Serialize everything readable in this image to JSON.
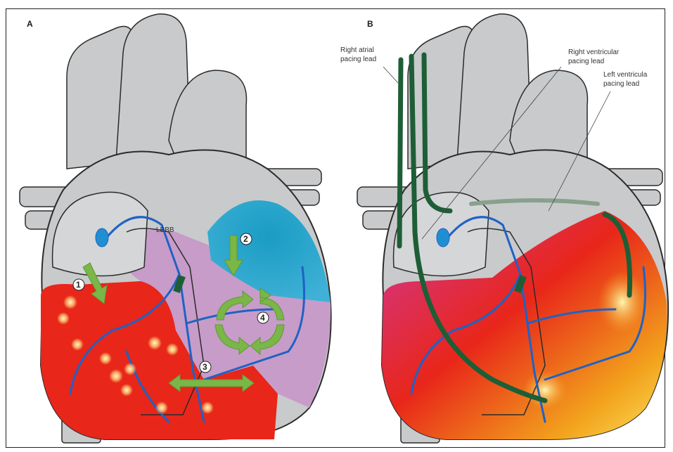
{
  "panels": {
    "a": {
      "letter": "A",
      "lbbb_label": "LBBB",
      "steps": [
        "1",
        "2",
        "3",
        "4"
      ]
    },
    "b": {
      "letter": "B",
      "leads": {
        "right_atrial": [
          "Right atrial",
          "pacing lead"
        ],
        "right_ventricular": [
          "Right ventricular",
          "pacing lead"
        ],
        "left_ventricular": [
          "Left ventricula",
          "pacing lead"
        ]
      }
    }
  },
  "colors": {
    "heart_grey": "#c8cacc",
    "outline": "#2b2b2b",
    "early_red": "#e8261a",
    "late_blue": "#1a9cc4",
    "purple": "#c79cc9",
    "magenta": "#d0389a",
    "orange": "#f2a11c",
    "yellow": "#fce25a",
    "arrow_green": "#7ab648",
    "lead_green": "#1e5e36",
    "conduction_blue": "#1f62c4"
  }
}
